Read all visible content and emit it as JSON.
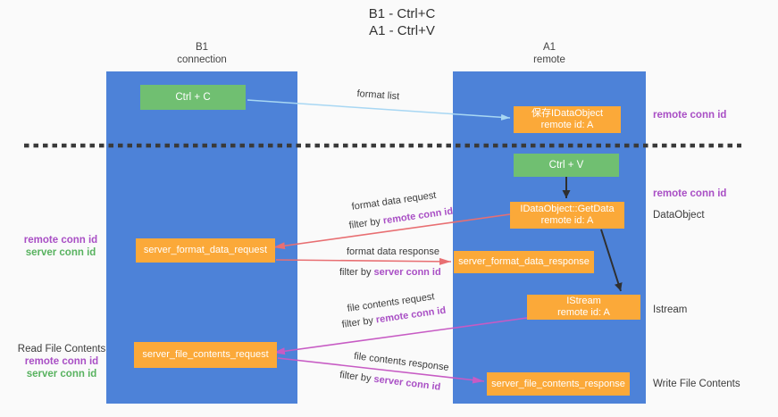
{
  "title": {
    "line1": "B1 - Ctrl+C",
    "line2": "A1 - Ctrl+V"
  },
  "columns": {
    "left": {
      "name": "B1",
      "role": "connection"
    },
    "right": {
      "name": "A1",
      "role": "remote"
    }
  },
  "boxes": {
    "ctrl_c": {
      "label": "Ctrl + C"
    },
    "saved_dataobject": {
      "line1": "保存IDataObject",
      "line2": "remote id: A"
    },
    "ctrl_v": {
      "label": "Ctrl + V"
    },
    "getdata": {
      "line1": "IDataObject::GetData",
      "line2": "remote id: A"
    },
    "format_request": {
      "label": "server_format_data_request"
    },
    "format_response": {
      "label": "server_format_data_response"
    },
    "istream": {
      "line1": "IStream",
      "line2": "remote id: A"
    },
    "file_request": {
      "label": "server_file_contents_request"
    },
    "file_response": {
      "label": "server_file_contents_response"
    }
  },
  "arrow_labels": {
    "format_list": "format list",
    "format_data_request": "format data request",
    "format_request_filter": {
      "prefix": "filter by ",
      "key": "remote conn id"
    },
    "format_data_response": "format data response",
    "format_response_filter": {
      "prefix": "filter by ",
      "key": "server conn id"
    },
    "file_contents_request": "file contents request",
    "file_request_filter": {
      "prefix": "filter by ",
      "key": "remote conn id"
    },
    "file_contents_response": "file contents response",
    "file_response_filter": {
      "prefix": "filter by ",
      "key": "server conn id"
    }
  },
  "right_side": {
    "remote_conn_id_top": "remote conn id",
    "remote_conn_id_mid": "remote conn id",
    "dataobject": "DataObject",
    "istream": "Istream",
    "write_file_contents": "Write File Contents"
  },
  "left_side": {
    "format_block": {
      "remote": "remote conn id",
      "server": "server conn id"
    },
    "file_block": {
      "title": "Read File Contents",
      "remote": "remote conn id",
      "server": "server conn id"
    }
  },
  "colors": {
    "column_blue": "#4d82d8",
    "box_orange": "#fba939",
    "box_green": "#70bf71",
    "arrow_lightblue": "#a8d7f3",
    "arrow_black": "#2f2f2f",
    "arrow_salmon": "#e86f72",
    "arrow_magenta": "#c75bc4",
    "text_purple": "#a94fc5",
    "text_green": "#58b25f",
    "text_dark": "#3b3b3b"
  }
}
